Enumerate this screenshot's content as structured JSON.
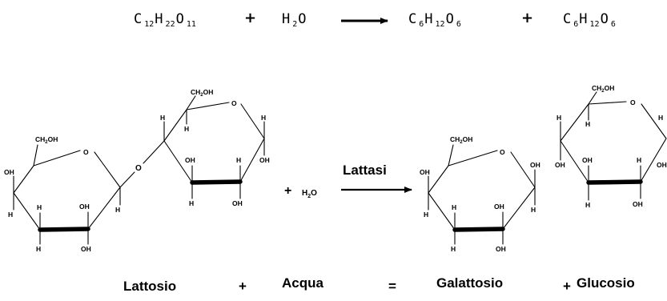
{
  "formula": {
    "lactose": {
      "c": "C",
      "c_sub": "12",
      "h": "H",
      "h_sub": "22",
      "o": "O",
      "o_sub": "11"
    },
    "water": {
      "h": "H",
      "h_sub": "2",
      "o": "O"
    },
    "galactose": {
      "c": "C",
      "c_sub": "6",
      "h": "H",
      "h_sub": "12",
      "o": "O",
      "o_sub": "6"
    },
    "glucose": {
      "c": "C",
      "c_sub": "6",
      "h": "H",
      "h_sub": "12",
      "o": "O",
      "o_sub": "6"
    },
    "plus": "+"
  },
  "reaction": {
    "enzyme": "Lattasi",
    "plus": "+",
    "water_h": "H",
    "water_sub": "2",
    "water_o": "O"
  },
  "atoms": {
    "ch2oh": "CH",
    "ch2oh_sub": "2",
    "ch2oh_tail": "OH",
    "oh": "OH",
    "h": "H",
    "o": "O"
  },
  "words": {
    "lactose": "Lattosio",
    "plus1": "+",
    "water": "Acqua",
    "equals": "=",
    "galactose": "Galattosio",
    "plus2": "+",
    "glucose": "Glucosio"
  }
}
